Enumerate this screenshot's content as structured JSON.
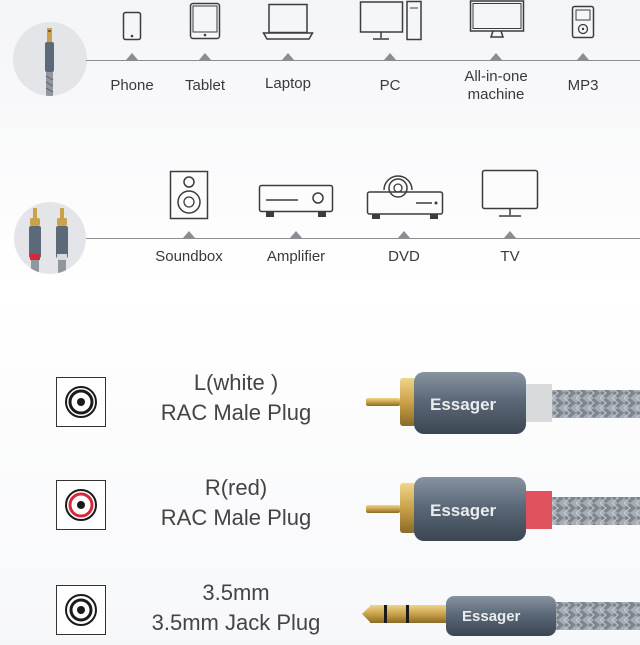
{
  "row1": {
    "devices": [
      {
        "label": "Phone",
        "icon": "phone-icon"
      },
      {
        "label": "Tablet",
        "icon": "tablet-icon"
      },
      {
        "label": "Laptop",
        "icon": "laptop-icon"
      },
      {
        "label": "PC",
        "icon": "pc-icon"
      },
      {
        "label": "All-in-one",
        "label2": "machine",
        "icon": "all-in-one-icon"
      },
      {
        "label": "MP3",
        "icon": "mp3-icon"
      }
    ]
  },
  "row2": {
    "devices": [
      {
        "label": "Soundbox",
        "icon": "speaker-icon"
      },
      {
        "label": "Amplifier",
        "icon": "amplifier-icon"
      },
      {
        "label": "DVD",
        "icon": "dvd-icon"
      },
      {
        "label": "TV",
        "icon": "tv-icon"
      }
    ]
  },
  "plugs": [
    {
      "line1": "L(white )",
      "line2": "RAC Male Plug",
      "ring_color": "#1a1a1a",
      "collar_color": "#d9dadc"
    },
    {
      "line1": "R(red)",
      "line2": "RAC Male Plug",
      "ring_color": "#d6283b",
      "collar_color": "#e0525e"
    },
    {
      "line1": "3.5mm",
      "line2": "3.5mm Jack Plug",
      "ring_color": "#1a1a1a"
    }
  ],
  "brand": "Essager",
  "colors": {
    "gold": "#c9a24a",
    "housing": "#5c6978",
    "line": "#8a8d92"
  }
}
